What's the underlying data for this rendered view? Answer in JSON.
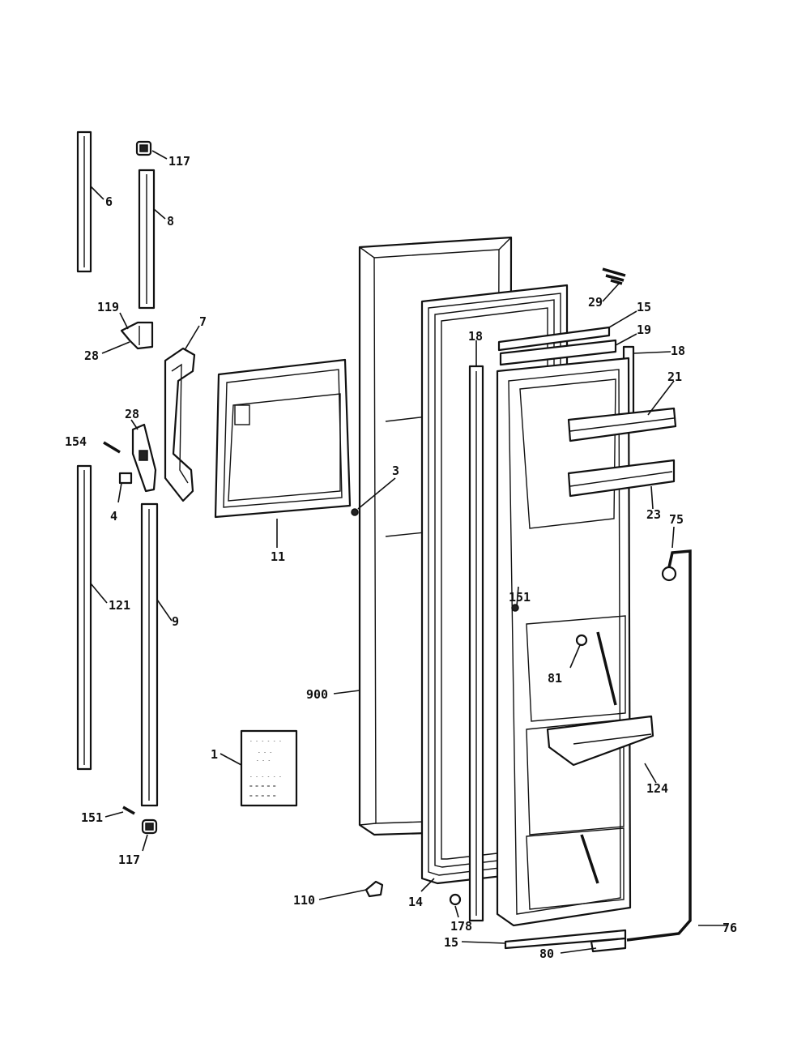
{
  "callouts": {
    "c117_top": "117",
    "c6": "6",
    "c8": "8",
    "c119": "119",
    "c28_left": "28",
    "c7": "7",
    "c28_mid": "28",
    "c154": "154",
    "c4": "4",
    "c121": "121",
    "c9": "9",
    "c11": "11",
    "c3": "3",
    "c1": "1",
    "c151_left": "151",
    "c117_bottom": "117",
    "c900": "900",
    "c110": "110",
    "c14": "14",
    "c178": "178",
    "c15_bottom": "15",
    "c18_left": "18",
    "c29": "29",
    "c15_top": "15",
    "c19": "19",
    "c18_right": "18",
    "c21": "21",
    "c23": "23",
    "c75": "75",
    "c151_right": "151",
    "c81": "81",
    "c124": "124",
    "c76": "76",
    "c80": "80"
  }
}
